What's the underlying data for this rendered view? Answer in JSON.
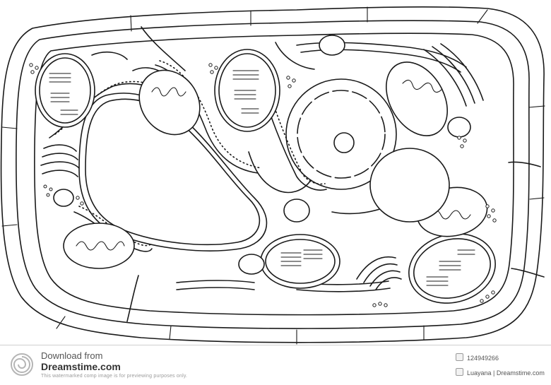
{
  "footer": {
    "download_label": "Download from",
    "brand_name": "Dreamstime.com",
    "note": "This watermarked comp image is for previewing purposes only.",
    "image_id": "124949266",
    "author_credit": "Luayana | Dreamstime.com"
  },
  "watermark": {
    "brand": "dreamstime"
  },
  "icons": {
    "footer_logo": "spiral-logo-icon",
    "image_id": "image-id-icon",
    "author": "author-icon"
  },
  "colors": {
    "line": "#1a1a1a",
    "background": "#ffffff",
    "footer_text": "#555555"
  }
}
